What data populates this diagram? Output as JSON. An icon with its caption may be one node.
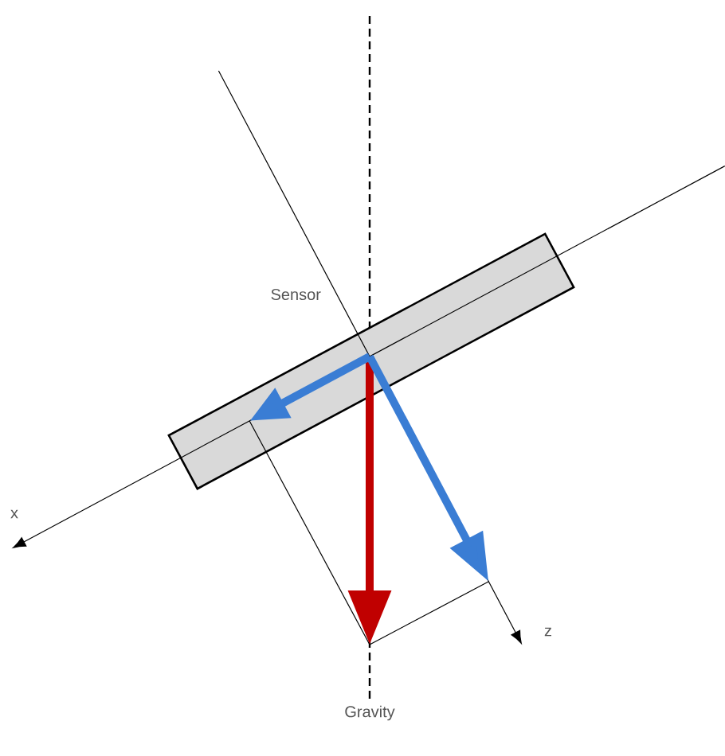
{
  "diagram": {
    "nodes": [
      {
        "text": [
          "Sensor"
        ]
      }
    ],
    "labels": [
      "x",
      "z",
      "Gravity"
    ]
  }
}
